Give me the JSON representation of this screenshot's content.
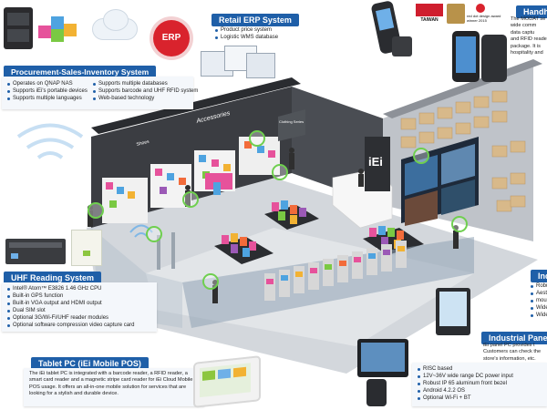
{
  "retail_erp": {
    "title": "Retail ERP System",
    "items": [
      "Product price system",
      "Logistic WMS database"
    ]
  },
  "psi": {
    "title": "Procurement-Sales-Inventory System",
    "col1": [
      "Operates on QNAP NAS",
      "Supports iEi's portable devices",
      "Supports multiple languages"
    ],
    "col2": [
      "Supports multiple databases",
      "Supports barcode and UHF RFID system",
      "Web-based technology"
    ]
  },
  "uhf": {
    "title": "UHF Reading System",
    "items": [
      "Intel® Atom™ E3826 1.46 GHz CPU",
      "Built-in GPS function",
      "Built-in VGA output and HDMI output",
      "Dual SIM slot",
      "Optional 3G/Wi-Fi/UHF reader modules",
      "Optional software compression video capture card"
    ]
  },
  "tablet": {
    "title": "Tablet PC (iEi Mobile POS)",
    "text": "The iEi tablet PC is integrated with a barcode reader, a RFID reader, a smart card reader and a magnetic stripe card reader for iEi Cloud Mobile POS usage. It offers an all-in-one mobile solution for services that are looking for a stylish and durable device."
  },
  "handheld": {
    "title": "Handhe",
    "lines": [
      "The MODAT se",
      "wide comm",
      "data captu",
      "and RFID reade",
      "package. It is",
      "hospitality and"
    ]
  },
  "awards": {
    "taiwan": "TAIWAN",
    "reddot": "red dot design award",
    "reddot_year": "winner 2015"
  },
  "indu": {
    "title": "Indu",
    "items": [
      "Robust",
      "Aesthe",
      "mount",
      "Wide",
      "Wide"
    ]
  },
  "industrial_panel": {
    "title": "Industrial Pane",
    "intro": [
      "iEi panel PC provides t",
      "Customers can check the",
      "store's information, etc."
    ],
    "items": [
      "RISC based",
      "12V~36V wide range DC power input",
      "Robust IP 65 aluminum front bezel",
      "Android 4.2.2 OS",
      "Optional Wi-Fi + BT"
    ]
  },
  "scene": {
    "brand_left": "Accessories",
    "brand_logo": "iEi",
    "signage_left": "Shoes",
    "dark_sign": "Clothing Series"
  },
  "colors": {
    "accent_blue": "#1f5fa8",
    "ring_green": "#6fcf4f",
    "erp_red": "#d9232d"
  }
}
